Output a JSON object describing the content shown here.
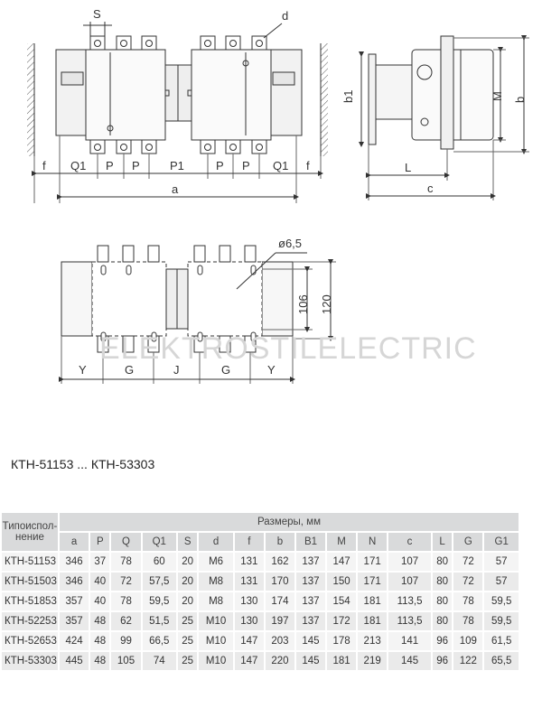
{
  "drawing": {
    "labels_top": [
      "S",
      "d"
    ],
    "labels_top_dims": [
      "f",
      "Q1",
      "P",
      "P",
      "P1",
      "P",
      "P",
      "Q1",
      "f"
    ],
    "label_a": "a",
    "side_labels": [
      "b1",
      "M",
      "b",
      "L",
      "c"
    ],
    "labels_bottom": [
      "ø6,5",
      "106",
      "120",
      "Y",
      "G",
      "J",
      "G",
      "Y"
    ],
    "watermark": "ELEKTROSTILELECTRIC"
  },
  "caption": "КТН-51153 ... КТН-53303",
  "table": {
    "header_type": [
      "Типоиспол-",
      "нение"
    ],
    "header_group": "Размеры, мм",
    "columns": [
      "a",
      "P",
      "Q",
      "Q1",
      "S",
      "d",
      "f",
      "b",
      "B1",
      "M",
      "N",
      "c",
      "L",
      "G",
      "G1"
    ],
    "rows": [
      [
        "КТН-51153",
        "346",
        "37",
        "78",
        "60",
        "20",
        "M6",
        "131",
        "162",
        "137",
        "147",
        "171",
        "107",
        "80",
        "72",
        "57"
      ],
      [
        "КТН-51503",
        "346",
        "40",
        "72",
        "57,5",
        "20",
        "M8",
        "131",
        "170",
        "137",
        "150",
        "171",
        "107",
        "80",
        "72",
        "57"
      ],
      [
        "КТН-51853",
        "357",
        "40",
        "78",
        "59,5",
        "20",
        "M8",
        "130",
        "174",
        "137",
        "154",
        "181",
        "113,5",
        "80",
        "78",
        "59,5"
      ],
      [
        "КТН-52253",
        "357",
        "48",
        "62",
        "51,5",
        "25",
        "M10",
        "130",
        "197",
        "137",
        "172",
        "181",
        "113,5",
        "80",
        "78",
        "59,5"
      ],
      [
        "КТН-52653",
        "424",
        "48",
        "99",
        "66,5",
        "25",
        "M10",
        "147",
        "203",
        "145",
        "178",
        "213",
        "141",
        "96",
        "109",
        "61,5"
      ],
      [
        "КТН-53303",
        "445",
        "48",
        "105",
        "74",
        "25",
        "M10",
        "147",
        "220",
        "145",
        "181",
        "219",
        "145",
        "96",
        "122",
        "65,5"
      ]
    ]
  }
}
